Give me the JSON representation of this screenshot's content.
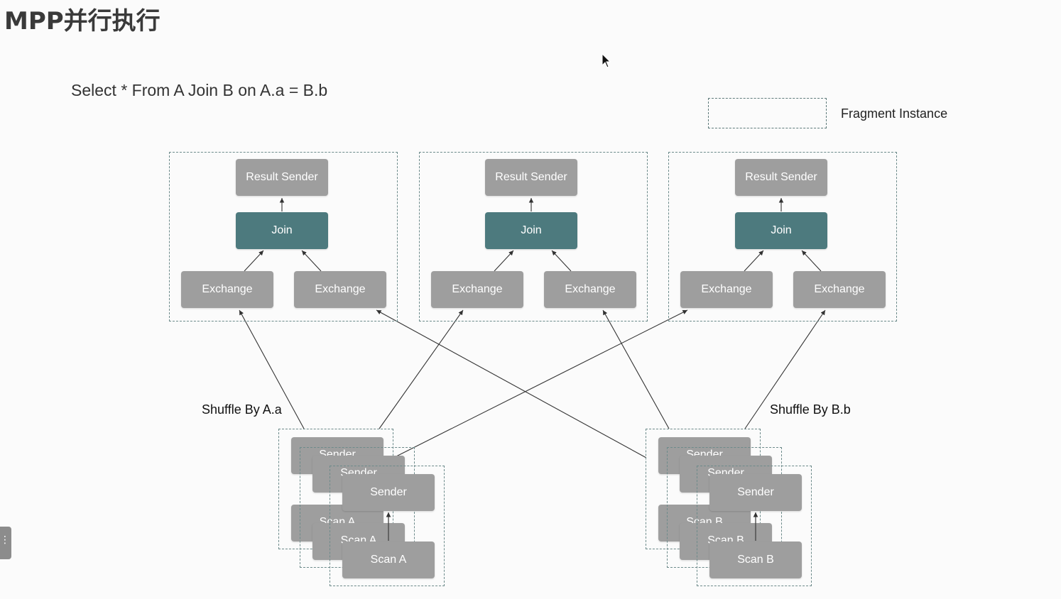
{
  "title": "MPP并行执行",
  "query": "Select * From A Join B on A.a = B.b",
  "legend": {
    "label": "Fragment Instance"
  },
  "labels": {
    "result_sender": "Result Sender",
    "join": "Join",
    "exchange": "Exchange",
    "sender": "Sender",
    "scan_a": "Scan A",
    "scan_b": "Scan B",
    "shuffle_a": "Shuffle By A.a",
    "shuffle_b": "Shuffle By B.b"
  },
  "colors": {
    "gray_node": "#9e9e9e",
    "join_node": "#4d7a7e",
    "dashed_border": "#6c8a8a"
  }
}
